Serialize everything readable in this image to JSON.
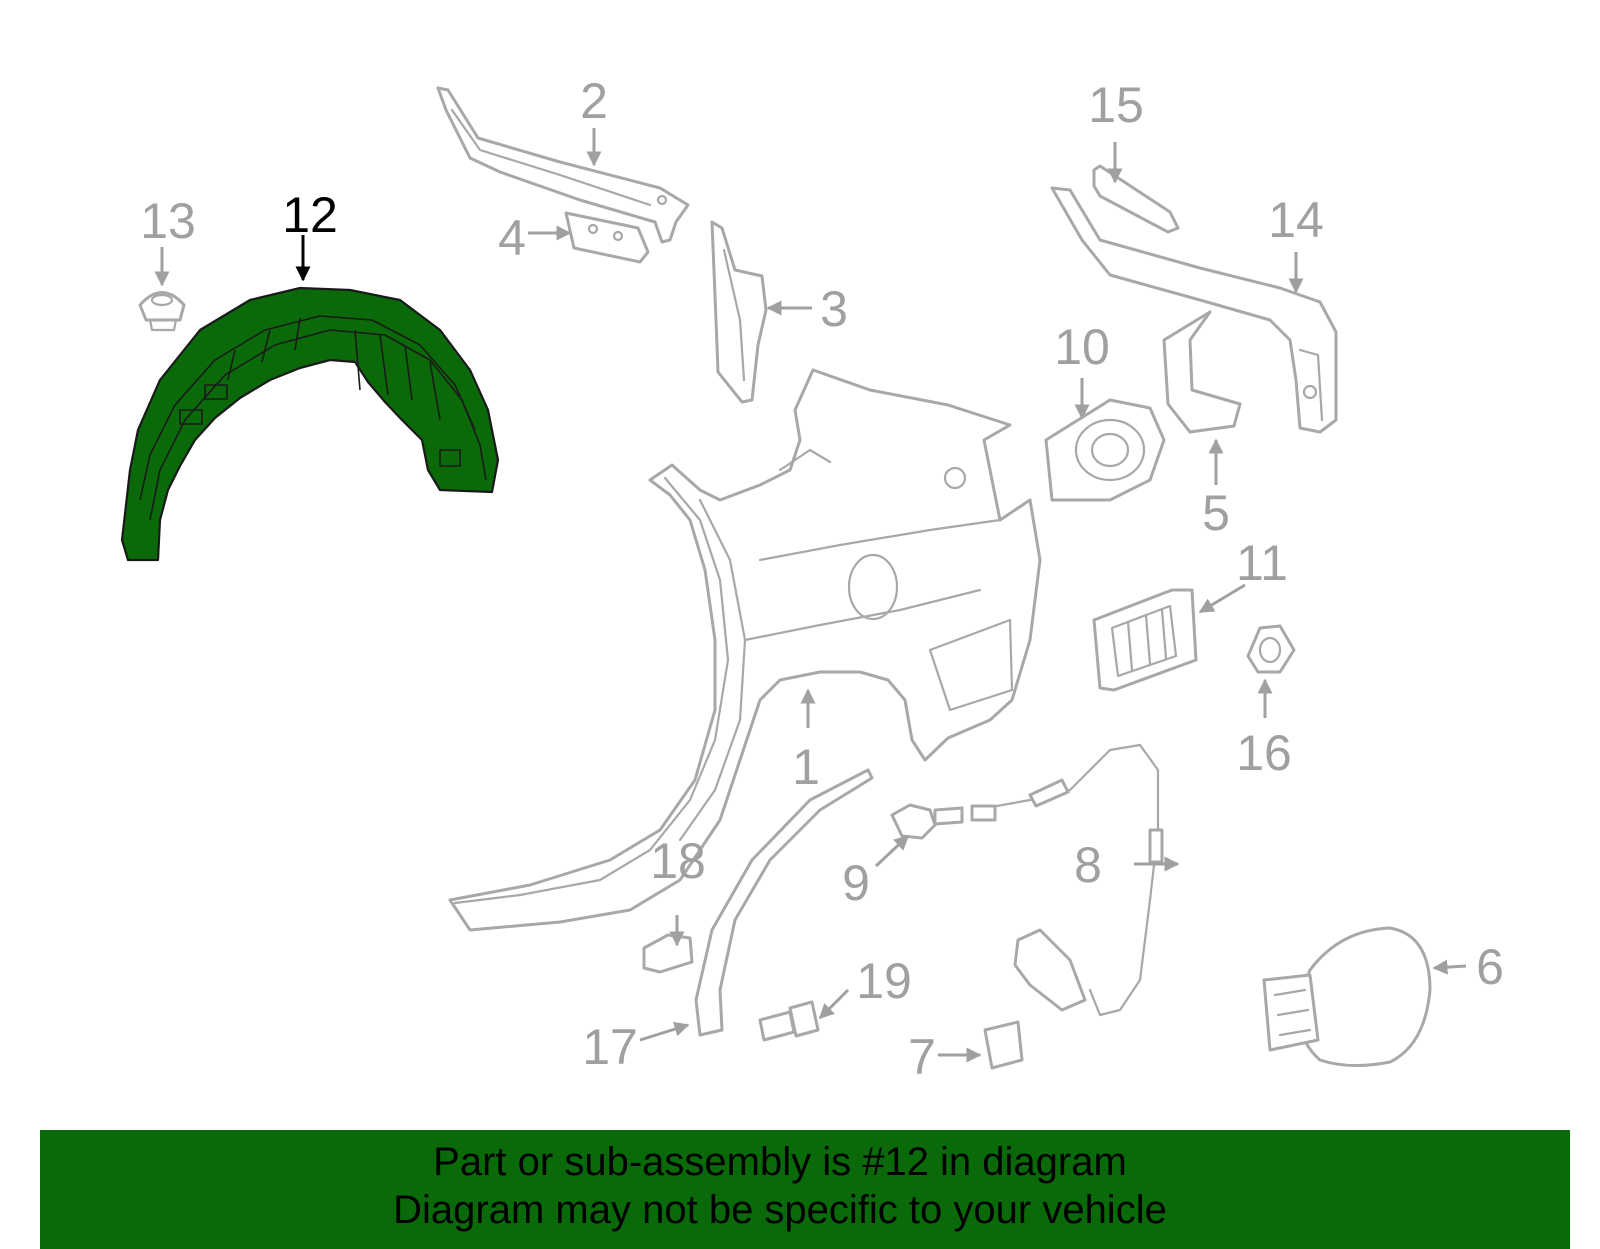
{
  "diagram": {
    "highlight_part": "12",
    "highlight_color": "#0a6a0a",
    "part_line_color": "#a8a8a8",
    "callouts": [
      "1",
      "2",
      "3",
      "4",
      "5",
      "6",
      "7",
      "8",
      "9",
      "10",
      "11",
      "12",
      "13",
      "14",
      "15",
      "16",
      "17",
      "18",
      "19"
    ]
  },
  "banner": {
    "line1": "Part or sub-assembly is #12 in diagram",
    "line2": "Diagram may not be specific to your vehicle",
    "background": "#0a6a0a"
  }
}
